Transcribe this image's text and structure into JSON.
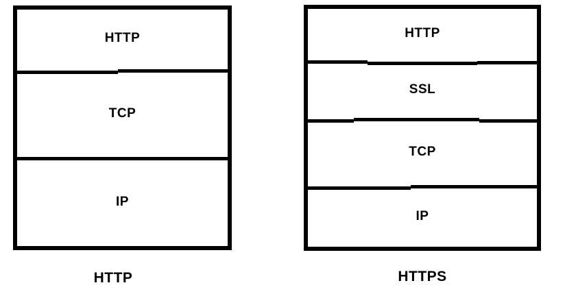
{
  "diagram": {
    "background_color": "#ffffff",
    "stroke_color": "#000000",
    "text_color": "#000000",
    "stacks": [
      {
        "caption": "HTTP",
        "layers": [
          "HTTP",
          "TCP",
          "IP"
        ]
      },
      {
        "caption": "HTTPS",
        "layers": [
          "HTTP",
          "SSL",
          "TCP",
          "IP"
        ]
      }
    ]
  }
}
